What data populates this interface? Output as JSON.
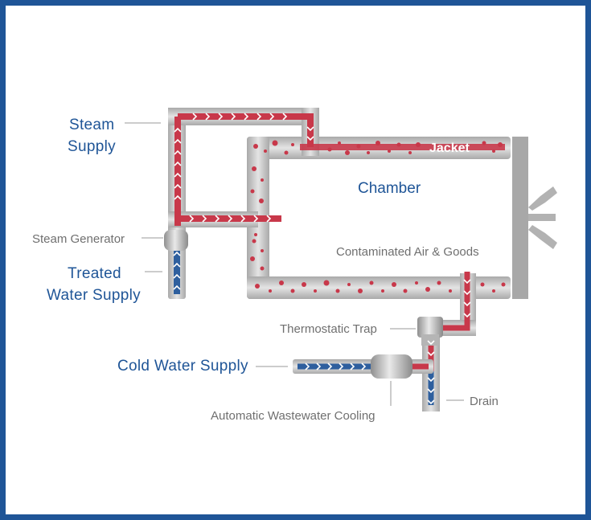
{
  "labels": {
    "steam_supply_1": "Steam",
    "steam_supply_2": "Supply",
    "steam_generator": "Steam Generator",
    "treated_water_1": "Treated",
    "treated_water_2": "Water Supply",
    "chamber": "Chamber",
    "jacket": "Jacket",
    "contaminated": "Contaminated Air & Goods",
    "thermostatic_trap": "Thermostatic Trap",
    "cold_water_supply": "Cold Water Supply",
    "drain": "Drain",
    "wastewater_cooling": "Automatic Wastewater Cooling"
  },
  "colors": {
    "frame": "#1f5597",
    "steam_red": "#c8384a",
    "water_blue": "#2e5f9e",
    "pipe_gray": "#c8c8c8",
    "label_blue": "#1f5597",
    "label_gray": "#6f6f6f"
  }
}
